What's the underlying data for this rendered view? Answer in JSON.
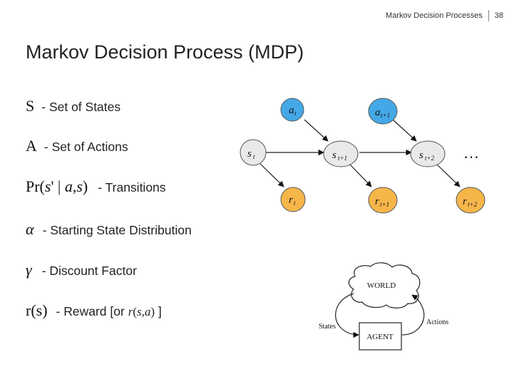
{
  "header": {
    "section": "Markov Decision Processes",
    "page_number": "38"
  },
  "title": "Markov Decision Process (MDP)",
  "definitions": [
    {
      "symbol": "S",
      "description": "- Set of States"
    },
    {
      "symbol": "A",
      "description": "- Set of Actions"
    },
    {
      "symbol_parts": {
        "prefix": "Pr(",
        "s": "s",
        "prime": "' | ",
        "a": "a",
        "comma": ",",
        "s2": "s",
        "close": ")"
      },
      "description": "- Transitions"
    },
    {
      "symbol": "α",
      "description": "- Starting State Distribution"
    },
    {
      "symbol": "γ",
      "description": "- Discount Factor"
    },
    {
      "symbol": "r(s)",
      "description_parts": {
        "pre": "- Reward [or ",
        "r": "r",
        "open": "(",
        "s": "s",
        "comma": ",",
        "a": "a",
        "close": ")",
        "post": " ]"
      }
    }
  ],
  "mdp_chain": {
    "ellipsis": "…",
    "nodes": [
      {
        "id": "a_t",
        "base": "a",
        "sub": "t",
        "kind": "action"
      },
      {
        "id": "a_t1",
        "base": "a",
        "sub": "t+1",
        "kind": "action"
      },
      {
        "id": "s_t",
        "base": "s",
        "sub": "t",
        "kind": "state"
      },
      {
        "id": "s_t1",
        "base": "s",
        "sub": "t+1",
        "kind": "state"
      },
      {
        "id": "s_t2",
        "base": "s",
        "sub": "t+2",
        "kind": "state"
      },
      {
        "id": "r_t",
        "base": "r",
        "sub": "t",
        "kind": "reward"
      },
      {
        "id": "r_t1",
        "base": "r",
        "sub": "t+1",
        "kind": "reward"
      },
      {
        "id": "r_t2",
        "base": "r",
        "sub": "t+2",
        "kind": "reward"
      }
    ],
    "colors": {
      "action": "#44a8e6",
      "state": "#e9e9e9",
      "reward": "#f7b64a",
      "stroke": "#555555"
    }
  },
  "agent_world": {
    "world_label": "WORLD",
    "agent_label": "AGENT",
    "states_label": "States",
    "actions_label": "Actions"
  }
}
